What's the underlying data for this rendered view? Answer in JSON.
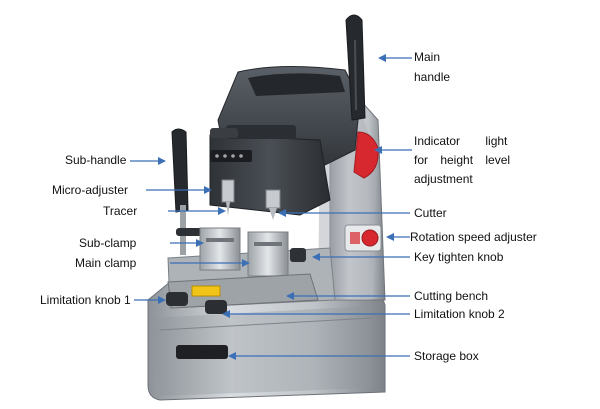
{
  "diagram": {
    "colors": {
      "arrow": "#3b6fb6",
      "machine_dark": "#3f4349",
      "machine_silver": "#c7cbd0",
      "accent_red": "#d7282f",
      "yellow": "#f2c418"
    },
    "labels": {
      "main_handle_1": "Main",
      "main_handle_2": "handle",
      "indicator_1": "Indicator light",
      "indicator_2": "for height level",
      "indicator_3": "adjustment",
      "sub_handle": "Sub-handle",
      "micro_adjuster": "Micro-adjuster",
      "tracer": "Tracer",
      "cutter": "Cutter",
      "sub_clamp": "Sub-clamp",
      "rotation_speed": "Rotation speed adjuster",
      "main_clamp": "Main clamp",
      "key_tighten": "Key tighten knob",
      "cutting_bench": "Cutting bench",
      "limitation_knob_1": "Limitation knob 1",
      "limitation_knob_2": "Limitation knob 2",
      "storage_box": "Storage box"
    }
  }
}
